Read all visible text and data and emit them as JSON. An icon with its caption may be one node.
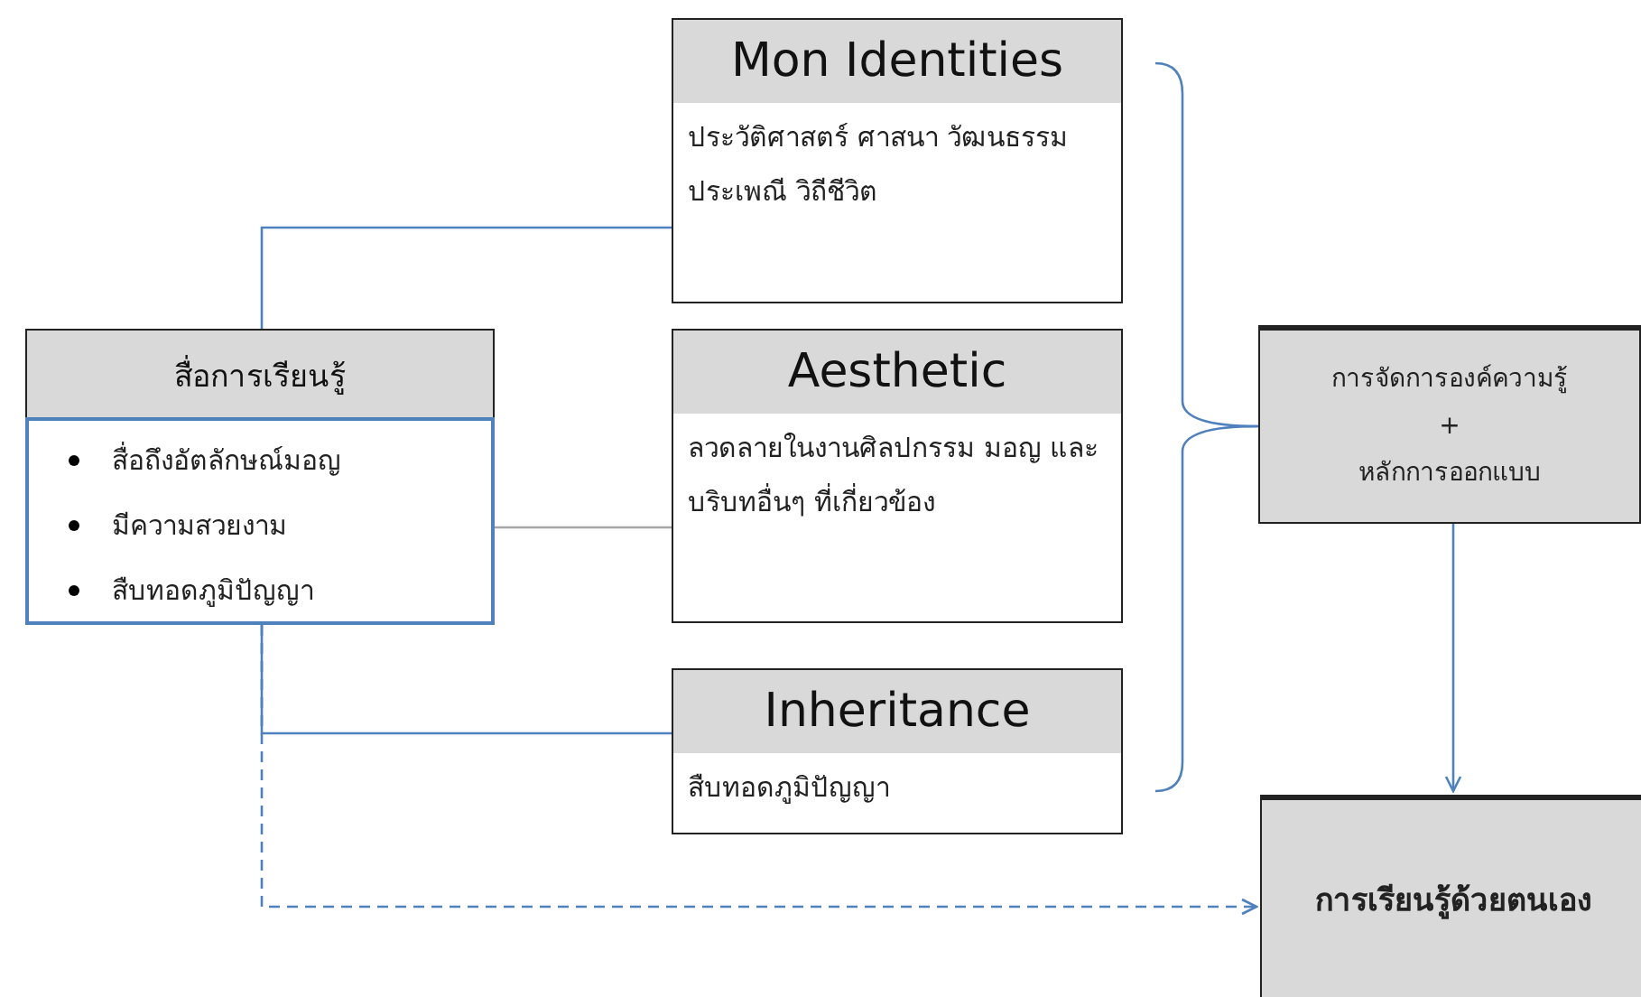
{
  "diagram": {
    "nodes": [
      {
        "text": [
          "สื่อการเรียนรู้",
          "สื่อถึงอัตลักษณ์มอญ",
          "มีความสวยงาม",
          "สืบทอดภูมิปัญญา"
        ]
      },
      {
        "text": [
          "Mon Identities",
          "ประวัติศาสตร์ ศาสนา วัฒนธรรม ประเพณี วิถีชีวิต"
        ]
      },
      {
        "text": [
          "Aesthetic",
          "ลวดลายในงานศิลปกรรม มอญ และ บริบทอื่นๆ ที่เกี่ยวข้อง"
        ]
      },
      {
        "text": [
          "Inheritance",
          "สืบทอดภูมิปัญญา"
        ]
      },
      {
        "text": [
          "การจัดการองค์ความรู้",
          "+",
          "หลักการออกแบบ"
        ]
      },
      {
        "text": [
          "การเรียนรู้ด้วยตนเอง"
        ]
      }
    ],
    "edges": [
      {
        "from": 0,
        "to": 1,
        "arrow": "none"
      },
      {
        "from": 0,
        "to": 2,
        "arrow": "none",
        "color": "#a6a6a6"
      },
      {
        "from": 0,
        "to": 3,
        "arrow": "none"
      },
      {
        "from": 0,
        "to": 5,
        "arrow": "to",
        "style": "dashed"
      },
      {
        "from": 4,
        "to": 5,
        "arrow": "to"
      },
      {
        "from": 1,
        "to": 4,
        "arrow": "none"
      },
      {
        "from": 3,
        "to": 4,
        "arrow": "none"
      }
    ]
  }
}
